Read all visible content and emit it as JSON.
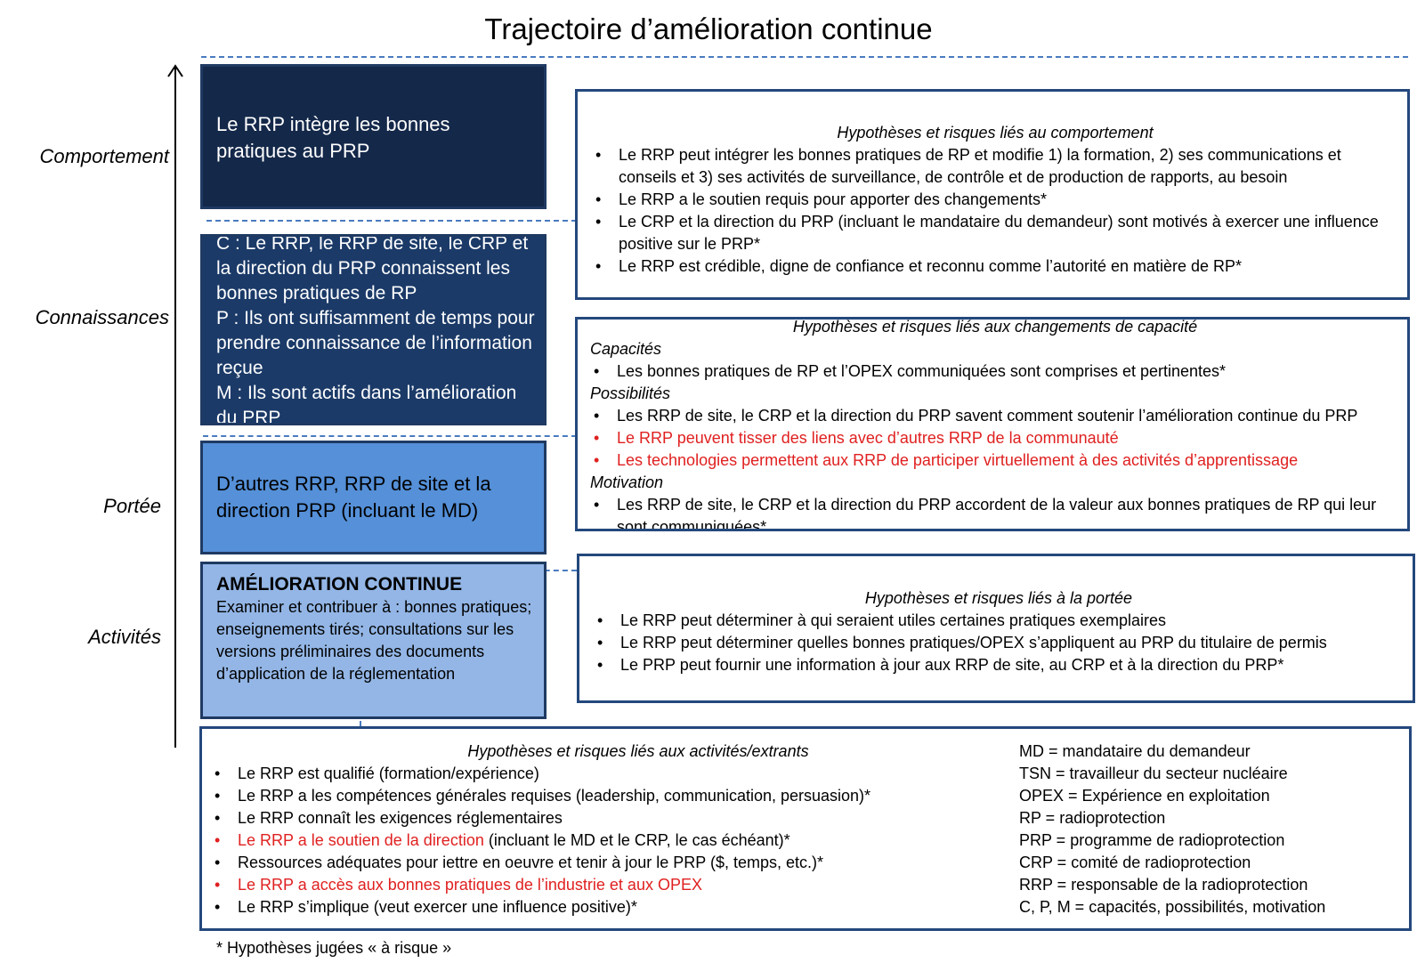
{
  "title": "Trajectoire d’amélioration continue",
  "levels": {
    "comportement": "Comportement",
    "connaissances": "Connaissances",
    "portee": "Portée",
    "activites": "Activités"
  },
  "boxes": {
    "comportement": "Le RRP intègre les bonnes pratiques au PRP",
    "connaissances": [
      "C : Le RRP, le RRP de site, le CRP et la direction du PRP connaissent les bonnes pratiques de RP",
      "P : Ils ont suffisamment de temps pour prendre connaissance de l’information reçue",
      "M : Ils sont actifs dans l’amélioration du PRP"
    ],
    "portee": "D’autres RRP, RRP de site et la direction PRP (incluant le MD)",
    "activites_title": "AMÉLIORATION CONTINUE",
    "activites_body": "Examiner et contribuer à : bonnes pratiques; enseignements tirés; consultations sur les versions préliminaires des documents d’application de la réglementation"
  },
  "hyp_comportement": {
    "title": "Hypothèses et risques liés au comportement",
    "items": [
      "Le RRP peut intégrer les bonnes pratiques de RP et modifie 1) la formation, 2) ses communications et conseils et 3) ses activités de surveillance, de contrôle et de production de rapports, au besoin",
      "Le RRP a le soutien requis pour apporter des changements*",
      "Le CRP et la direction du PRP (incluant le mandataire du demandeur) sont motivés à exercer une influence positive sur le PRP*",
      "Le RRP est crédible, digne de confiance et reconnu comme l’autorité en matière de RP*"
    ]
  },
  "hyp_capacite": {
    "title": "Hypothèses et risques liés aux changements de capacité",
    "capacites_label": "Capacités",
    "capacites": [
      "Les bonnes pratiques de RP et l’OPEX communiquées sont comprises et pertinentes*"
    ],
    "possibilites_label": "Possibilités",
    "possibilites": [
      "Les RRP de site, le CRP et la direction du PRP savent comment soutenir l’amélioration continue du PRP",
      "Le RRP peuvent tisser des liens avec d’autres RRP de la communauté",
      "Les technologies permettent aux RRP de participer virtuellement à des activités d’apprentissage"
    ],
    "motivation_label": "Motivation",
    "motivation": [
      "Les RRP de site, le CRP et la direction du PRP accordent de la valeur aux bonnes pratiques de RP qui leur sont communiquées*"
    ]
  },
  "hyp_portee": {
    "title": "Hypothèses et risques liés à la portée",
    "items": [
      "Le RRP peut déterminer à qui seraient utiles certaines pratiques exemplaires",
      "Le RRP peut déterminer quelles bonnes pratiques/OPEX s’appliquent au PRP du titulaire de permis",
      "Le PRP peut fournir une information à jour aux RRP de site, au CRP et à la direction du PRP*"
    ]
  },
  "hyp_activites": {
    "title": "Hypothèses et risques liés aux activités/extrants",
    "items": [
      "Le RRP est qualifié (formation/expérience)",
      "Le RRP a les compétences générales requises (leadership, communication, persuasion)*",
      "Le RRP connaît les exigences réglementaires",
      "Ressources adéquates pour iettre en oeuvre et tenir à jour le PRP ($, temps, etc.)*",
      "Le RRP s’implique (veut exercer une influence positive)*"
    ],
    "item_red_1": "Le RRP a le soutien de la direction",
    "item_red_1_rest": " (incluant le MD et le CRP, le cas échéant)*",
    "item_red_2": "Le RRP a accès aux bonnes pratiques de l’industrie et aux OPEX"
  },
  "glossary": [
    "MD = mandataire du demandeur",
    "TSN = travailleur du secteur nucléaire",
    "OPEX = Expérience en exploitation",
    "RP = radioprotection",
    "PRP = programme de radioprotection",
    "CRP = comité de radioprotection",
    "RRP = responsable de la radioprotection",
    "C, P, M = capacités, possibilités, motivation"
  ],
  "footnote": "* Hypothèses jugées « à risque »",
  "colors": {
    "dark": "#14284a",
    "navy": "#1b3a68",
    "mid": "#5590d8",
    "light": "#93b6e6",
    "border": "#24487d",
    "red": "#e02020",
    "dash": "#4a7bbf"
  }
}
